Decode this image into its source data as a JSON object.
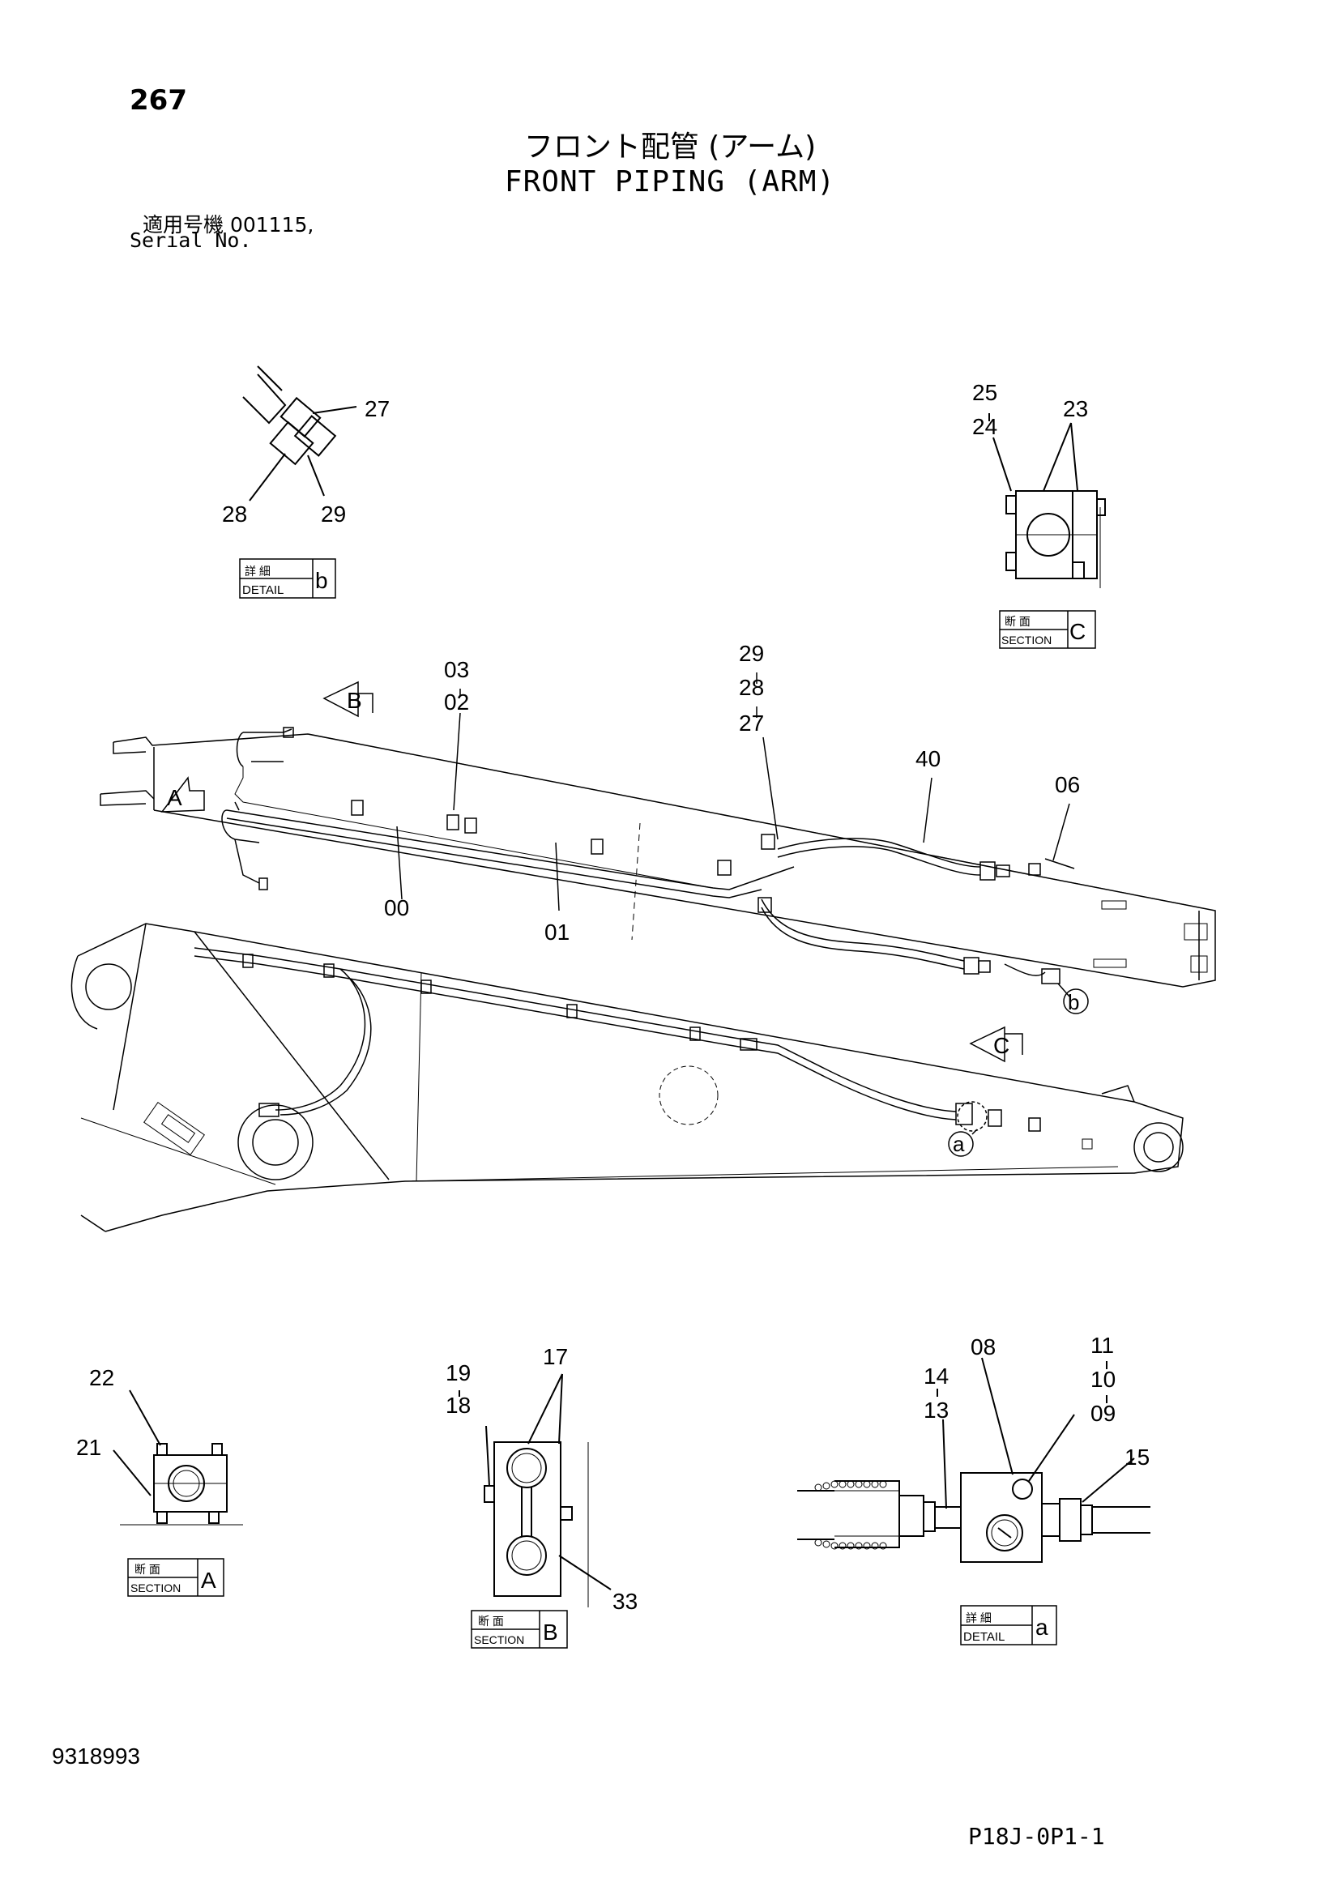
{
  "header": {
    "page_number": "267",
    "title_jp": "フロント配管 (アーム)",
    "title_en": "FRONT PIPING (ARM)",
    "serial_jp": "適用号機  001115,",
    "serial_en": "Serial No."
  },
  "views": {
    "detail_b": {
      "jp": "詳 細",
      "en": "DETAIL",
      "letter": "b"
    },
    "section_c": {
      "jp": "断 面",
      "en": "SECTION",
      "letter": "C"
    },
    "section_a": {
      "jp": "断 面",
      "en": "SECTION",
      "letter": "A"
    },
    "section_b": {
      "jp": "断 面",
      "en": "SECTION",
      "letter": "B"
    },
    "detail_a": {
      "jp": "詳 細",
      "en": "DETAIL",
      "letter": "a"
    }
  },
  "view_arrows": {
    "a": "A",
    "b": "B",
    "c": "C"
  },
  "detail_callouts": {
    "a": "a",
    "b": "b"
  },
  "part_numbers": {
    "p00": "00",
    "p01": "01",
    "p02": "02",
    "p03": "03",
    "p06": "06",
    "p08": "08",
    "p09": "09",
    "p10": "10",
    "p11": "11",
    "p13": "13",
    "p14": "14",
    "p15": "15",
    "p17": "17",
    "p18": "18",
    "p19": "19",
    "p21": "21",
    "p22": "22",
    "p23": "23",
    "p24": "24",
    "p25": "25",
    "p27": "27",
    "p28": "28",
    "p29": "29",
    "p33": "33",
    "p40": "40"
  },
  "footer": {
    "document_number": "9318993",
    "sheet_id": "P18J-0P1-1"
  }
}
